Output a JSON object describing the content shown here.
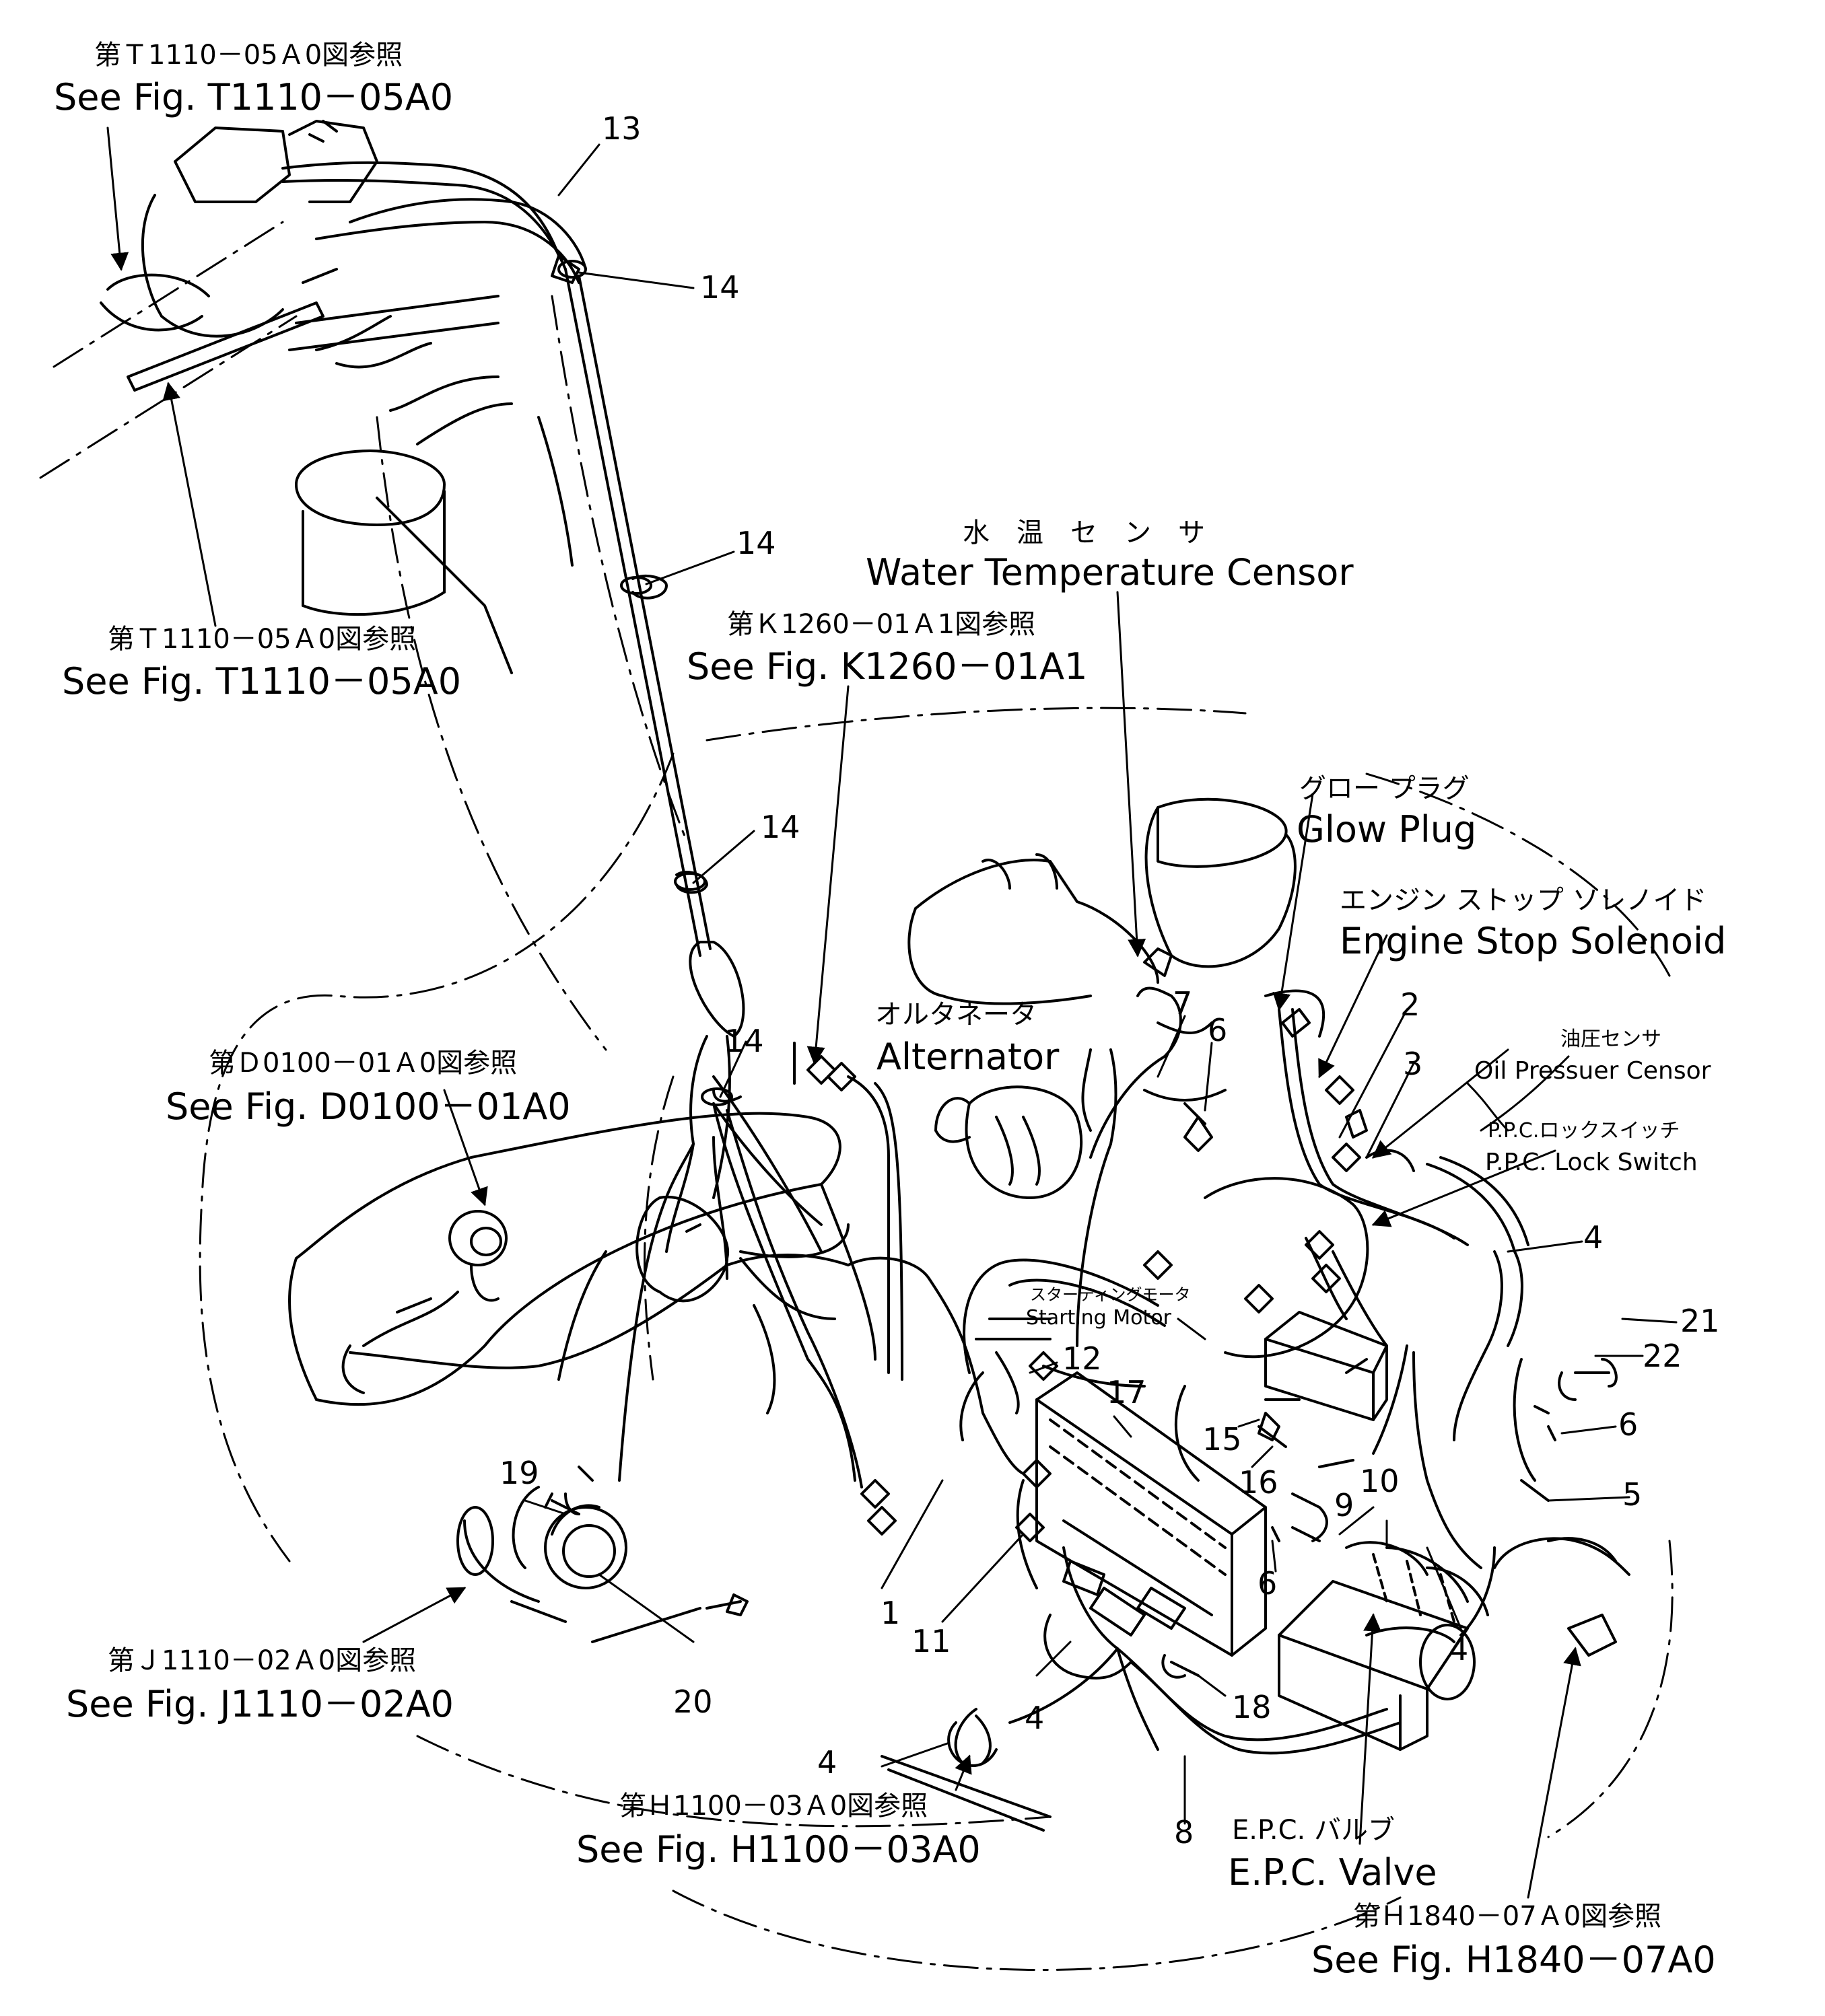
{
  "references": {
    "t1110_top": {
      "jp": "第Ｔ1110－05Ａ0図参照",
      "en": "See Fig. T1110－05A0"
    },
    "t1110_mid": {
      "jp": "第Ｔ1110－05Ａ0図参照",
      "en": "See Fig. T1110－05A0"
    },
    "k1260": {
      "jp": "第Ｋ1260－01Ａ1図参照",
      "en": "See Fig. K1260－01A1"
    },
    "d0100": {
      "jp": "第Ｄ0100－01Ａ0図参照",
      "en": "See Fig. D0100－01A0"
    },
    "j1110": {
      "jp": "第Ｊ1110－02Ａ0図参照",
      "en": "See Fig. J1110－02A0"
    },
    "h1100": {
      "jp": "第Ｈ1100－03Ａ0図参照",
      "en": "See Fig. H1100－03A0"
    },
    "h1840": {
      "jp": "第Ｈ1840－07Ａ0図参照",
      "en": "See Fig. H1840－07A0"
    }
  },
  "components": {
    "water_temp": {
      "jp": "水　温　セ　ン　サ",
      "en": "Water Temperature Censor"
    },
    "glow_plug": {
      "jp": "グロー プラグ",
      "en": "Glow Plug"
    },
    "engine_stop": {
      "jp": "エンジン ストップ ソレノイド",
      "en": "Engine Stop Solenoid"
    },
    "alternator": {
      "jp": "オルタネータ",
      "en": "Alternator"
    },
    "oil_pressure": {
      "jp": "油圧センサ",
      "en": "Oil Pressuer Censor"
    },
    "ppc_lock": {
      "jp": "P.P.C.ロックスイッチ",
      "en": "P.P.C. Lock Switch"
    },
    "starting_motor": {
      "jp": "スターティングモータ",
      "en": "Starting Motor"
    },
    "epc_valve": {
      "jp": "E.P.C. バルブ",
      "en": "E.P.C. Valve"
    }
  },
  "part_numbers": {
    "p13": "13",
    "p14a": "14",
    "p14b": "14",
    "p14c": "14",
    "p14d": "14",
    "p7": "7",
    "p6a": "6",
    "p2": "2",
    "p3": "3",
    "p4a": "4",
    "p21": "21",
    "p22": "22",
    "p6b": "6",
    "p5": "5",
    "p12": "12",
    "p17": "17",
    "p15": "15",
    "p16": "16",
    "p9": "9",
    "p10": "10",
    "p6c": "6",
    "p19": "19",
    "p20": "20",
    "p1": "1",
    "p11": "11",
    "p18": "18",
    "p4b": "4",
    "p4c": "4",
    "p4d": "4",
    "p8": "8"
  }
}
